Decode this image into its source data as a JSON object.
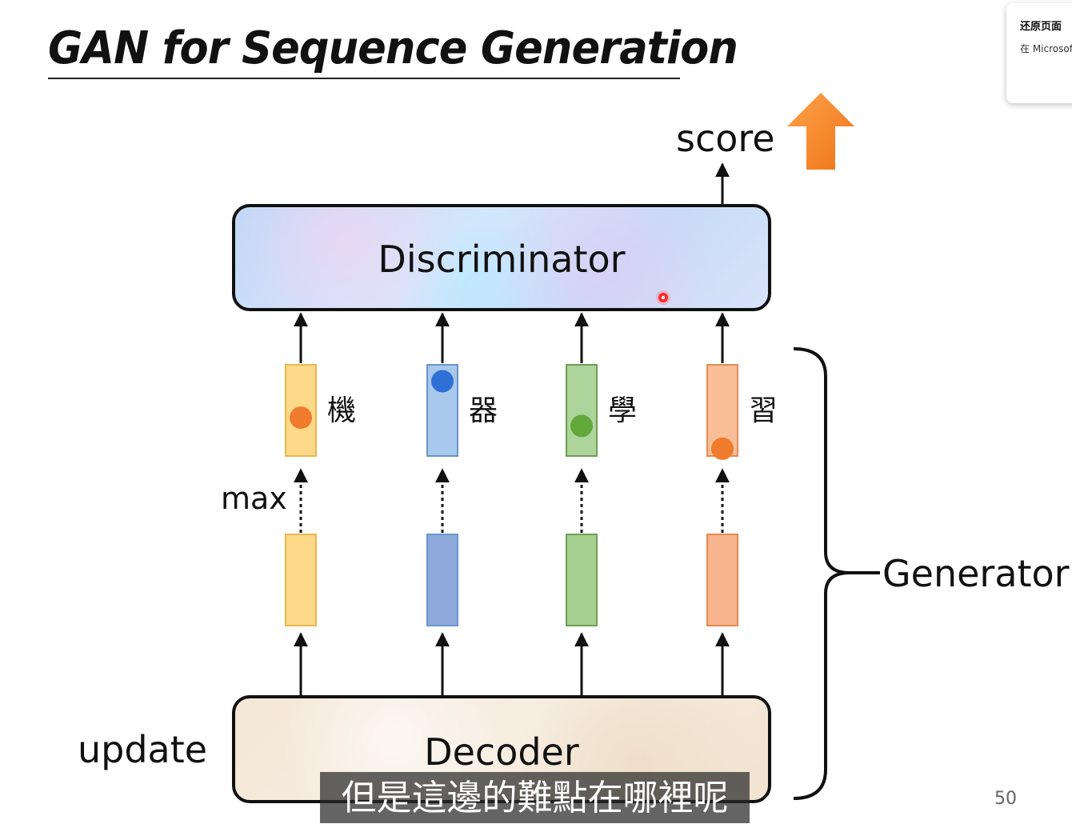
{
  "slide": {
    "title": "GAN for Sequence Generation",
    "score_label": "score",
    "discriminator_label": "Discriminator",
    "decoder_label": "Decoder",
    "update_label": "update",
    "max_label": "max",
    "generator_label": "Generator",
    "page_number": "50"
  },
  "tokens": [
    {
      "char": "機",
      "color": "#ffd98a",
      "border": "#e8b84a",
      "dot": "#f07b2c",
      "dot_level": 0.58,
      "hidden_color": "#ffd98a"
    },
    {
      "char": "器",
      "color": "#a8c8ec",
      "border": "#6a95cc",
      "dot": "#2f6fd6",
      "dot_level": 0.18,
      "hidden_color": "#8eaadc"
    },
    {
      "char": "學",
      "color": "#add49a",
      "border": "#6e9e57",
      "dot": "#63a83a",
      "dot_level": 0.67,
      "hidden_color": "#a6d08f"
    },
    {
      "char": "習",
      "color": "#f9bd98",
      "border": "#e38b55",
      "dot": "#f07b2c",
      "dot_level": 0.92,
      "hidden_color": "#f9b58d"
    }
  ],
  "subtitle": "但是這邊的難點在哪裡呢",
  "popup": {
    "title": "还原页面",
    "desc": "在 Microsoft"
  },
  "colors": {
    "arrow_up": "#f58a2a",
    "cursor_dot": "#ff2a2a"
  }
}
